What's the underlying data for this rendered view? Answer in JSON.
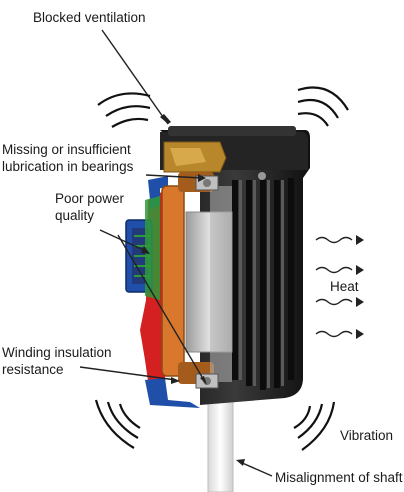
{
  "labels": {
    "blocked_ventilation": "Blocked ventilation",
    "bearings_line1": "Missing or insufficient",
    "bearings_line2": "lubrication in bearings",
    "power_line1": "Poor power",
    "power_line2": "quality",
    "winding_line1": "Winding insulation",
    "winding_line2": "resistance",
    "heat": "Heat",
    "vibration": "Vibration",
    "misalignment": "Misalignment of shaft"
  },
  "colors": {
    "housing": "#1c1c1c",
    "fan_cover_top": "#2a2a2a",
    "brass": "#b8862b",
    "stator_orange": "#d9782d",
    "rotor_gray": "#c8c8c8",
    "frame_red": "#d42020",
    "frame_blue": "#1f4fa8",
    "frame_green": "#2f9a3a",
    "shaft": "#f2f2f2",
    "arrow": "#222222"
  }
}
